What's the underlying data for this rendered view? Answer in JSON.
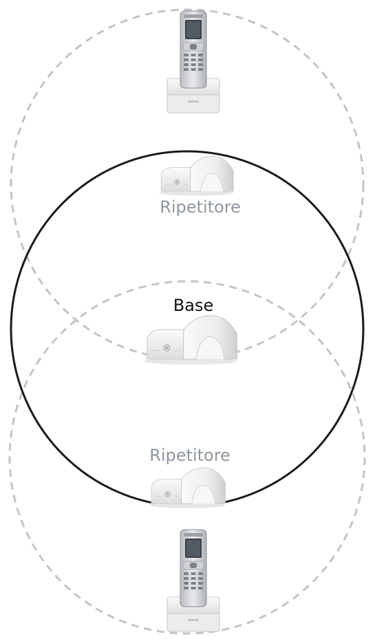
{
  "labels": {
    "repeater_top": "Ripetitore",
    "base": "Base",
    "repeater_bottom": "Ripetitore"
  },
  "icons": {
    "handset": "cordless-handset-in-charger-icon",
    "base": "dect-base-station-icon",
    "repeater": "dect-repeater-icon"
  },
  "colors": {
    "base_range": "#1a1a1a",
    "repeater_range": "#c4c4c4",
    "repeater_label": "#8f969e",
    "base_label": "#111111"
  }
}
